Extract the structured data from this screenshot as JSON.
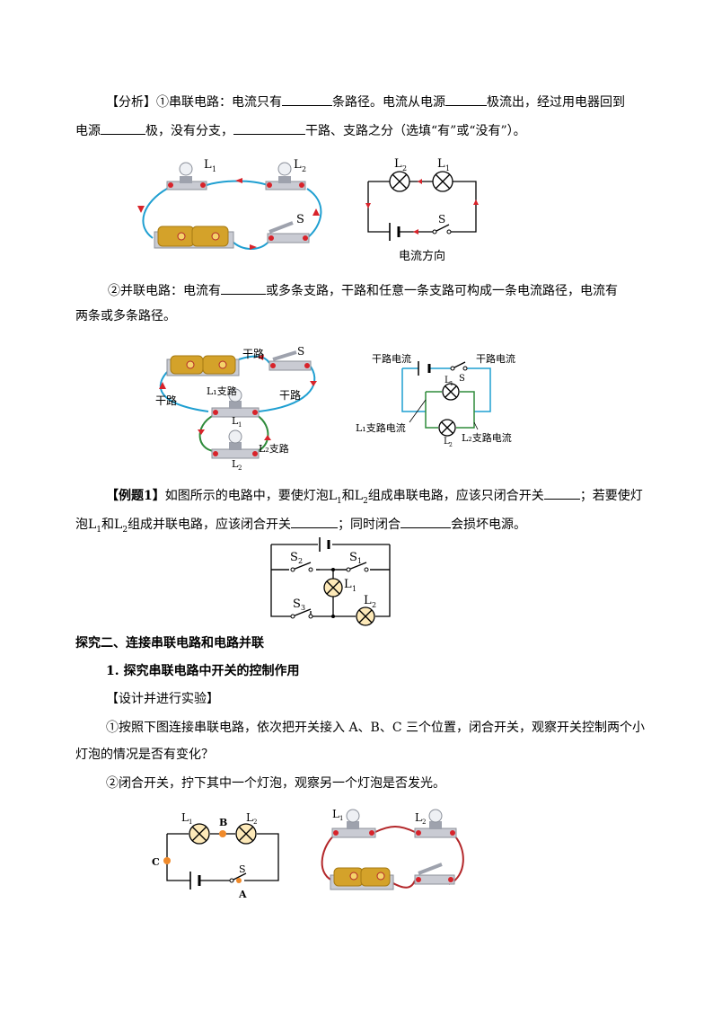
{
  "analysis": {
    "tag": "【分析】",
    "series_a": "①串联电路：电流只有",
    "series_b": "条路径。电流从电源",
    "series_c": "极流出，经过用电器回到",
    "series_d": "电源",
    "series_e": "极，没有分支，",
    "series_f": "干路、支路之分（选填“有”或“没有”）。",
    "parallel_a": "②并联电路：电流有",
    "parallel_b": "或多条支路，干路和任意一条支路可构成一条电流路径，电流有",
    "parallel_c": "两条或多条路径。"
  },
  "fig1": {
    "l1": "L",
    "l2": "L",
    "s": "S",
    "sub1": "1",
    "sub2": "2",
    "caption": "电流方向"
  },
  "fig2": {
    "trunk": "干路",
    "s": "S",
    "l1_branch": "L₁支路",
    "l1": "L",
    "sub1": "1",
    "l2": "L",
    "sub2": "2",
    "l2_branch": "L₂支路",
    "trunk_current": "干路电流",
    "l1_branch_current": "L₁支路电流",
    "l2_branch_current": "L₂支路电流"
  },
  "example": {
    "tag": "【例题1】",
    "a": "如图所示的电路中，要使灯泡L",
    "b": "和L",
    "c": "组成串联电路，应该只闭合开关",
    "d": "；若要使灯",
    "e": "泡L",
    "f": "和L",
    "g": "组成并联电路，应该闭合开关",
    "h": "；同时闭合",
    "i": "会损坏电源。",
    "sub1": "1",
    "sub2": "2"
  },
  "fig3": {
    "s1": "S",
    "s2": "S",
    "s3": "S",
    "l1": "L",
    "l2": "L",
    "n1": "1",
    "n2": "2",
    "n3": "3"
  },
  "section2": {
    "title": "探究二、连接串联电路和电路并联",
    "item1": "1.   探究串联电路中开关的控制作用",
    "design": "【设计并进行实验】",
    "step1a": "①按照下图连接串联电路，依次把开关接入 A、B、C 三个位置，闭合开关，观察开关控制两个小",
    "step1b": "灯泡的情况是否有变化？",
    "step2": "②闭合开关，拧下其中一个灯泡，观察另一个灯泡是否发光。"
  },
  "fig4": {
    "l1": "L",
    "l2": "L",
    "sub1": "1",
    "sub2": "2",
    "b": "B",
    "c": "C",
    "s": "S",
    "a": "A"
  },
  "colors": {
    "wire_blue": "#1f9fd1",
    "wire_green": "#2e8b3a",
    "wire_red": "#b3272a",
    "arrow_red": "#d8232a",
    "lamp_fill": "#fde9b8",
    "dot_orange": "#f08a2a",
    "battery_gold": "#d4a22a"
  }
}
